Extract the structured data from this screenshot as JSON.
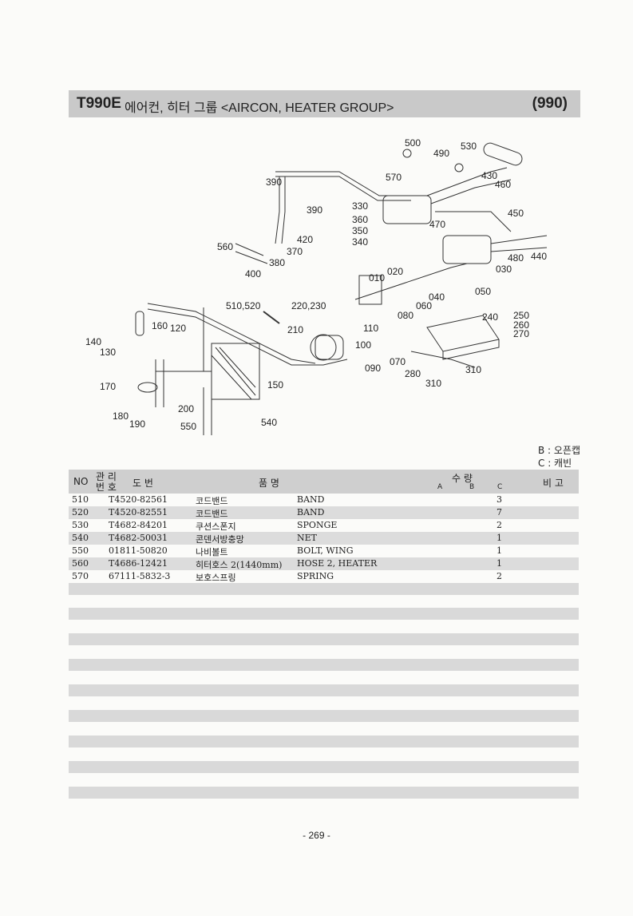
{
  "header": {
    "model": "T990E",
    "title": "에어컨, 히터 그룹 <AIRCON, HEATER GROUP>",
    "code": "(990)"
  },
  "diagram": {
    "callouts": [
      "500",
      "490",
      "530",
      "570",
      "430",
      "460",
      "390",
      "390",
      "330",
      "360",
      "350",
      "340",
      "470",
      "450",
      "560",
      "420",
      "370",
      "380",
      "400",
      "480",
      "440",
      "010",
      "020",
      "030",
      "510,520",
      "220,230",
      "040",
      "050",
      "060",
      "080",
      "240",
      "250",
      "260",
      "270",
      "160",
      "120",
      "140",
      "130",
      "210",
      "110",
      "100",
      "090",
      "070",
      "280",
      "310",
      "310",
      "150",
      "170",
      "200",
      "180",
      "190",
      "550",
      "540"
    ]
  },
  "legend": {
    "b": "B : 오픈캡",
    "c": "C : 캐빈"
  },
  "table": {
    "headers": {
      "no": "NO",
      "mgmt1": "관 리",
      "mgmt2": "번 호",
      "drawing": "도    번",
      "name": "품          명",
      "qty": "수    량",
      "a": "A",
      "b": "B",
      "c": "C",
      "remark": "비 고"
    },
    "rows": [
      {
        "no": "510",
        "drawing": "T4520-82561",
        "name_kr": "코드밴드",
        "name_en": "BAND",
        "qty": "3"
      },
      {
        "no": "520",
        "drawing": "T4520-82551",
        "name_kr": "코드밴드",
        "name_en": "BAND",
        "qty": "7"
      },
      {
        "no": "530",
        "drawing": "T4682-84201",
        "name_kr": "쿠션스폰지",
        "name_en": "SPONGE",
        "qty": "2"
      },
      {
        "no": "540",
        "drawing": "T4682-50031",
        "name_kr": "콘덴서방충망",
        "name_en": "NET",
        "qty": "1"
      },
      {
        "no": "550",
        "drawing": "01811-50820",
        "name_kr": "나비볼트",
        "name_en": "BOLT, WING",
        "qty": "1"
      },
      {
        "no": "560",
        "drawing": "T4686-12421",
        "name_kr": "히터호스 2(1440mm)",
        "name_en": "HOSE 2, HEATER",
        "qty": "1"
      },
      {
        "no": "570",
        "drawing": "67111-5832-3",
        "name_kr": "보호스프링",
        "name_en": "SPRING",
        "qty": "2"
      }
    ]
  },
  "page_number": "- 269 -"
}
